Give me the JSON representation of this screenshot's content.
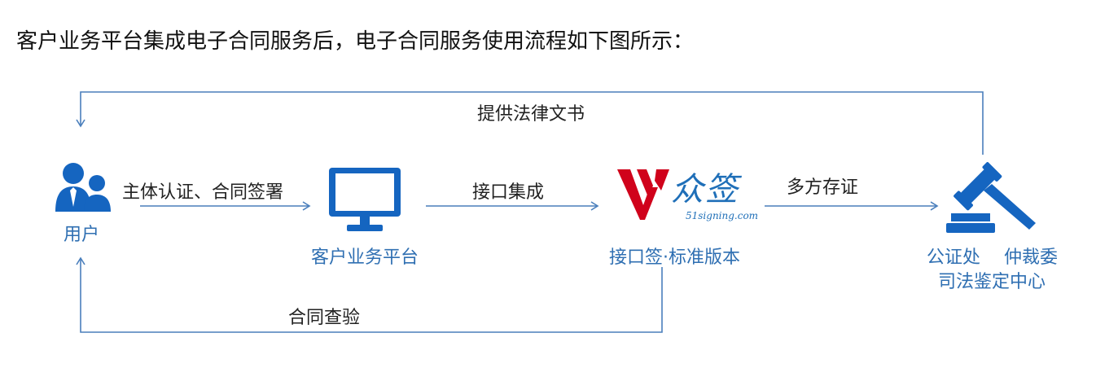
{
  "title": "客户业务平台集成电子合同服务后，电子合同服务使用流程如下图所示：",
  "colors": {
    "line": "#4a7fbc",
    "icon": "#1565c0",
    "node_label": "#2f6fb2",
    "logo_red": "#d0021b",
    "logo_blue": "#1f6fb8"
  },
  "nodes": {
    "user": {
      "label": "用户",
      "icon": "users-icon"
    },
    "platform": {
      "label": "客户业务平台",
      "icon": "monitor-icon"
    },
    "signing": {
      "label": "接口签·标准版本",
      "icon": "zhongqian-logo",
      "logo_text": "众签",
      "logo_url": "51signing.com"
    },
    "authority": {
      "label_line1": "公证处　 仲裁委",
      "label_line2": "司法鉴定中心",
      "icon": "gavel-icon"
    }
  },
  "edges": {
    "top": "提供法律文书",
    "user_to_platform": "主体认证、合同签署",
    "platform_to_signing": "接口集成",
    "signing_to_authority": "多方存证",
    "bottom": "合同查验"
  }
}
